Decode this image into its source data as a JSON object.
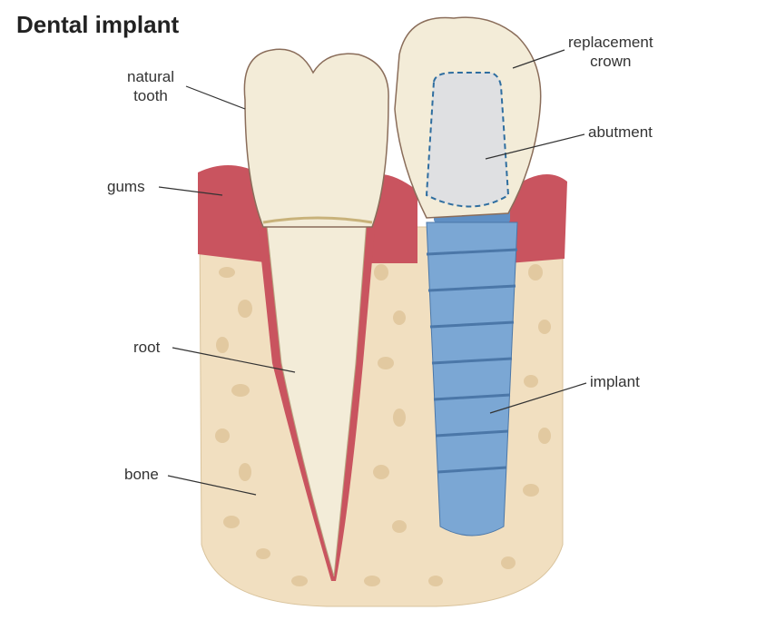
{
  "title": "Dental implant",
  "labels": {
    "natural_tooth_1": "natural",
    "natural_tooth_2": "tooth",
    "gums": "gums",
    "root": "root",
    "bone": "bone",
    "replacement_crown_1": "replacement",
    "replacement_crown_2": "crown",
    "abutment": "abutment",
    "implant": "implant"
  },
  "colors": {
    "bone": "#f1dfc0",
    "gum": "#c9545f",
    "tooth": "#f3ecd8",
    "implant": "#7ba7d4",
    "abutment": "#dfe0e2"
  }
}
